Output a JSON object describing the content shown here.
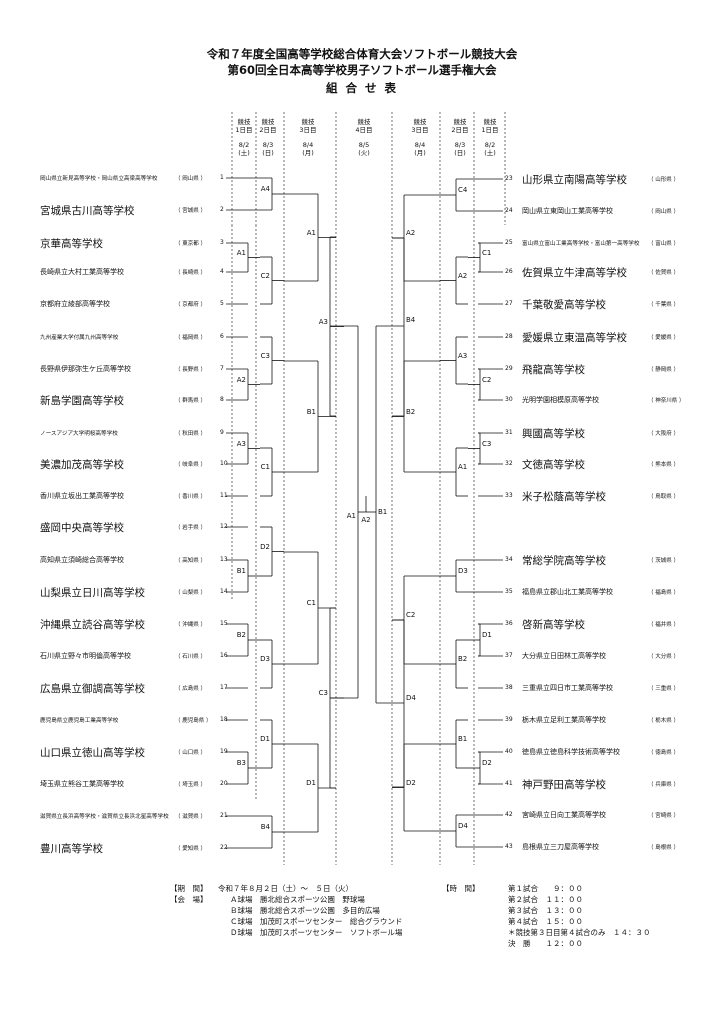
{
  "titles": {
    "line1": "令和７年度全国高等学校総合体育大会ソフトボール競技大会",
    "line2": "第60回全日本高等学校男子ソフトボール選手権大会",
    "line3": "組 合 せ 表"
  },
  "day_headers": {
    "left": [
      {
        "label": "競技",
        "day": "1日目",
        "date": "8/2",
        "dow": "(土)"
      },
      {
        "label": "競技",
        "day": "2日目",
        "date": "8/3",
        "dow": "(日)"
      },
      {
        "label": "競技",
        "day": "3日目",
        "date": "8/4",
        "dow": "(月)"
      },
      {
        "label": "競技",
        "day": "4日目",
        "date": "8/5",
        "dow": "(火)"
      }
    ],
    "right": [
      {
        "label": "競技",
        "day": "3日目",
        "date": "8/4",
        "dow": "(月)"
      },
      {
        "label": "競技",
        "day": "2日目",
        "date": "8/3",
        "dow": "(日)"
      },
      {
        "label": "競技",
        "day": "1日目",
        "date": "8/2",
        "dow": "(土)"
      }
    ]
  },
  "left_teams": [
    {
      "no": "1",
      "name": "岡山県立新見高等学校・岡山県立高梁高等学校",
      "pref": "（ 岡山県 ）",
      "size": 0
    },
    {
      "no": "2",
      "name": "宮城県古川高等学校",
      "pref": "（ 宮城県 ）",
      "size": 2
    },
    {
      "no": "3",
      "name": "京華高等学校",
      "pref": "（ 東京都 ）",
      "size": 2
    },
    {
      "no": "4",
      "name": "長崎県立大村工業高等学校",
      "pref": "（ 長崎県 ）",
      "size": 1
    },
    {
      "no": "5",
      "name": "京都府立綾部高等学校",
      "pref": "（ 京都府 ）",
      "size": 1
    },
    {
      "no": "6",
      "name": "九州産業大学付属九州高等学校",
      "pref": "（ 福岡県 ）",
      "size": 0
    },
    {
      "no": "7",
      "name": "長野県伊那弥生ケ丘高等学校",
      "pref": "（ 長野県 ）",
      "size": 1
    },
    {
      "no": "8",
      "name": "新島学園高等学校",
      "pref": "（ 群馬県 ）",
      "size": 2
    },
    {
      "no": "9",
      "name": "ノースアジア大学明桜高等学校",
      "pref": "（ 秋田県 ）",
      "size": 0
    },
    {
      "no": "10",
      "name": "美濃加茂高等学校",
      "pref": "（ 岐阜県 ）",
      "size": 2
    },
    {
      "no": "11",
      "name": "香川県立坂出工業高等学校",
      "pref": "（ 香川県 ）",
      "size": 1
    },
    {
      "no": "12",
      "name": "盛岡中央高等学校",
      "pref": "（ 岩手県 ）",
      "size": 2
    },
    {
      "no": "13",
      "name": "高知県立須崎総合高等学校",
      "pref": "（ 高知県 ）",
      "size": 1
    },
    {
      "no": "14",
      "name": "山梨県立日川高等学校",
      "pref": "（ 山梨県 ）",
      "size": 2
    },
    {
      "no": "15",
      "name": "沖縄県立読谷高等学校",
      "pref": "（ 沖縄県 ）",
      "size": 2
    },
    {
      "no": "16",
      "name": "石川県立野々市明倫高等学校",
      "pref": "（ 石川県 ）",
      "size": 1
    },
    {
      "no": "17",
      "name": "広島県立御調高等学校",
      "pref": "（ 広島県 ）",
      "size": 2
    },
    {
      "no": "18",
      "name": "鹿児島県立鹿児島工業高等学校",
      "pref": "（ 鹿児島県 ）",
      "size": 0
    },
    {
      "no": "19",
      "name": "山口県立徳山高等学校",
      "pref": "（ 山口県 ）",
      "size": 2
    },
    {
      "no": "20",
      "name": "埼玉県立熊谷工業高等学校",
      "pref": "（ 埼玉県 ）",
      "size": 1
    },
    {
      "no": "21",
      "name": "滋賀県立長浜高等学校・滋賀県立長浜北星高等学校",
      "pref": "（ 滋賀県 ）",
      "size": 0
    },
    {
      "no": "22",
      "name": "豊川高等学校",
      "pref": "（ 愛知県 ）",
      "size": 2
    }
  ],
  "right_teams": [
    {
      "no": "23",
      "name": "山形県立南陽高等学校",
      "pref": "（ 山形県 ）",
      "size": 2
    },
    {
      "no": "24",
      "name": "岡山県立東岡山工業高等学校",
      "pref": "（ 岡山県 ）",
      "size": 1
    },
    {
      "no": "25",
      "name": "富山県立富山工業高等学校・富山第一高等学校",
      "pref": "（ 富山県 ）",
      "size": 0
    },
    {
      "no": "26",
      "name": "佐賀県立牛津高等学校",
      "pref": "（ 佐賀県 ）",
      "size": 2
    },
    {
      "no": "27",
      "name": "千葉敬愛高等学校",
      "pref": "（ 千葉県 ）",
      "size": 2
    },
    {
      "no": "28",
      "name": "愛媛県立東温高等学校",
      "pref": "（ 愛媛県 ）",
      "size": 2
    },
    {
      "no": "29",
      "name": "飛龍高等学校",
      "pref": "（ 静岡県 ）",
      "size": 2
    },
    {
      "no": "30",
      "name": "光明学園相模原高等学校",
      "pref": "（ 神奈川県 ）",
      "size": 1
    },
    {
      "no": "31",
      "name": "興國高等学校",
      "pref": "（ 大阪府 ）",
      "size": 2
    },
    {
      "no": "32",
      "name": "文徳高等学校",
      "pref": "（ 熊本県 ）",
      "size": 2
    },
    {
      "no": "33",
      "name": "米子松蔭高等学校",
      "pref": "（ 鳥取県 ）",
      "size": 2
    },
    {
      "no": "34",
      "name": "常総学院高等学校",
      "pref": "（ 茨城県 ）",
      "size": 2
    },
    {
      "no": "35",
      "name": "福島県立郡山北工業高等学校",
      "pref": "（ 福島県 ）",
      "size": 1
    },
    {
      "no": "36",
      "name": "啓新高等学校",
      "pref": "（ 福井県 ）",
      "size": 2
    },
    {
      "no": "37",
      "name": "大分県立日田林工高等学校",
      "pref": "（ 大分県 ）",
      "size": 1
    },
    {
      "no": "38",
      "name": "三重県立四日市工業高等学校",
      "pref": "（ 三重県 ）",
      "size": 1
    },
    {
      "no": "39",
      "name": "栃木県立足利工業高等学校",
      "pref": "（ 栃木県 ）",
      "size": 1
    },
    {
      "no": "40",
      "name": "徳島県立徳島科学技術高等学校",
      "pref": "（ 徳島県 ）",
      "size": 1
    },
    {
      "no": "41",
      "name": "神戸野田高等学校",
      "pref": "（ 兵庫県 ）",
      "size": 2
    },
    {
      "no": "42",
      "name": "宮崎県立日向工業高等学校",
      "pref": "（ 宮崎県 ）",
      "size": 1
    },
    {
      "no": "43",
      "name": "島根県立三刀屋高等学校",
      "pref": "（ 島根県 ）",
      "size": 1
    }
  ],
  "match_labels": {
    "A4": "A4",
    "A1a": "A1",
    "C2a": "C2",
    "C3a": "C3",
    "A2a": "A2",
    "A3a": "A3",
    "C1a": "C1",
    "D2a": "D2",
    "B1a": "B1",
    "B2a": "B2",
    "D3a": "D3",
    "D1a": "D1",
    "B3a": "B3",
    "B4a": "B4",
    "A1b": "A1",
    "B1b": "B1",
    "C1b": "C1",
    "D1b": "D1",
    "A3b": "A3",
    "C3b": "C3",
    "A1f": "A1",
    "A2f": "A2",
    "B1f": "B1",
    "C4r": "C4",
    "C1r": "C1",
    "A2r": "A2",
    "A2r2": "A2",
    "A3r": "A3",
    "C2r": "C2",
    "B2r": "B2",
    "C3r": "C3",
    "A1r": "A1",
    "D3r": "D3",
    "C2r2": "C2",
    "D1r": "D1",
    "B2r2": "B2",
    "B1r": "B1",
    "D2r": "D2",
    "D2r2": "D2",
    "D4r": "D4",
    "B4r": "B4"
  },
  "info": {
    "period_label": "【期　間】",
    "period_value": "令和７年８月２日（土）～　５日（火）",
    "venue_label": "【会　場】",
    "venues": [
      "Ａ球場　勝北総合スポーツ公園　野球場",
      "Ｂ球場　勝北総合スポーツ公園　多目的広場",
      "Ｃ球場　加茂町スポーツセンター　総合グラウンド",
      "Ｄ球場　加茂町スポーツセンター　ソフトボール場"
    ],
    "time_label": "【時　間】",
    "times": [
      "第１試合　　９：００",
      "第２試合　１１：００",
      "第３試合　１３：００",
      "第４試合　１５：００",
      "＊競技第３日目第４試合のみ　１４：３０",
      "決　勝　　１２：００"
    ]
  }
}
